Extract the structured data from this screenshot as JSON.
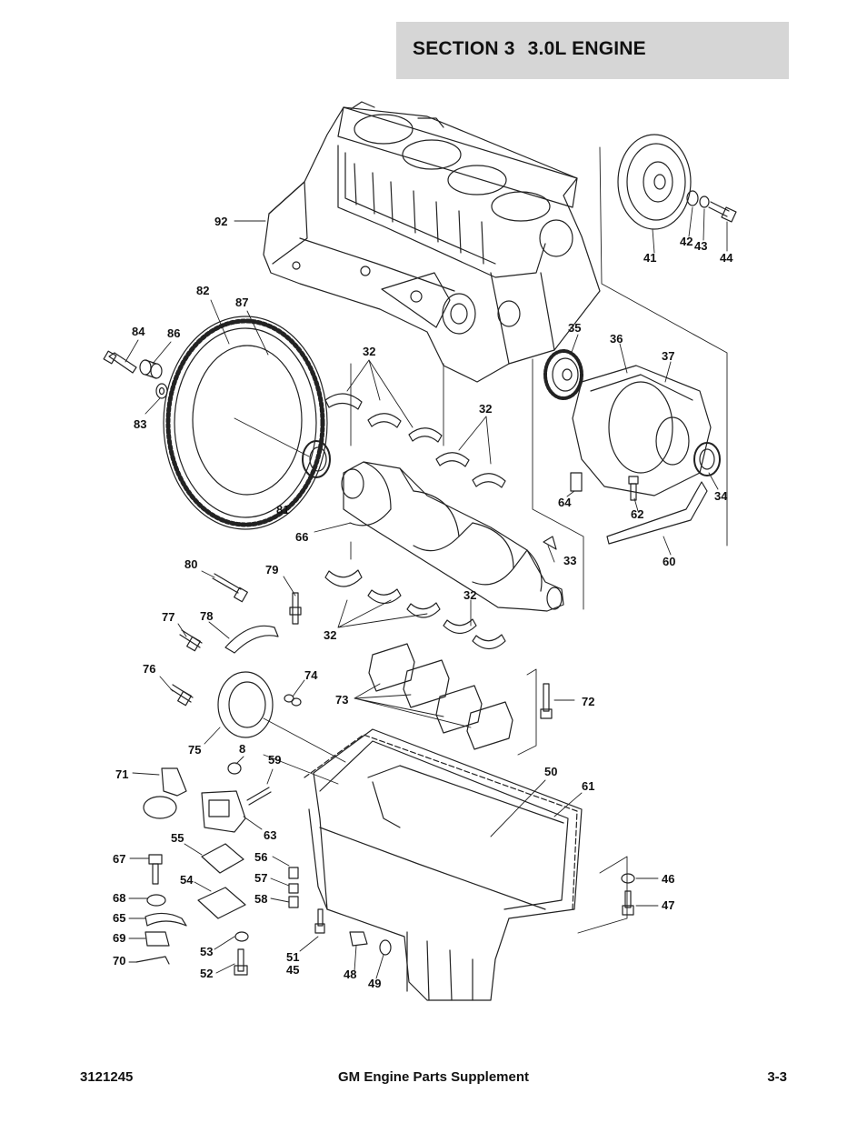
{
  "header": {
    "section": "SECTION 3",
    "title": "3.0L ENGINE"
  },
  "footer": {
    "doc_number": "3121245",
    "doc_title": "GM Engine Parts Supplement",
    "page": "3-3"
  },
  "callouts": {
    "c92": "92",
    "c82": "82",
    "c87": "87",
    "c84": "84",
    "c86": "86",
    "c83": "83",
    "c32a": "32",
    "c32b": "32",
    "c32c": "32",
    "c32d": "32",
    "c81": "81",
    "c66": "66",
    "c80": "80",
    "c79": "79",
    "c77": "77",
    "c78": "78",
    "c76": "76",
    "c74": "74",
    "c75": "75",
    "c8": "8",
    "c59": "59",
    "c71": "71",
    "c73": "73",
    "c72": "72",
    "c55": "55",
    "c63": "63",
    "c67": "67",
    "c56": "56",
    "c54": "54",
    "c57": "57",
    "c58": "58",
    "c68": "68",
    "c65": "65",
    "c69": "69",
    "c53": "53",
    "c70": "70",
    "c52": "52",
    "c51": "51",
    "c45": "45",
    "c48": "48",
    "c49": "49",
    "c50": "50",
    "c61": "61",
    "c46": "46",
    "c47": "47",
    "c41": "41",
    "c42": "42",
    "c43": "43",
    "c44": "44",
    "c35": "35",
    "c36": "36",
    "c37": "37",
    "c64": "64",
    "c62": "62",
    "c34": "34",
    "c60": "60",
    "c33": "33"
  }
}
